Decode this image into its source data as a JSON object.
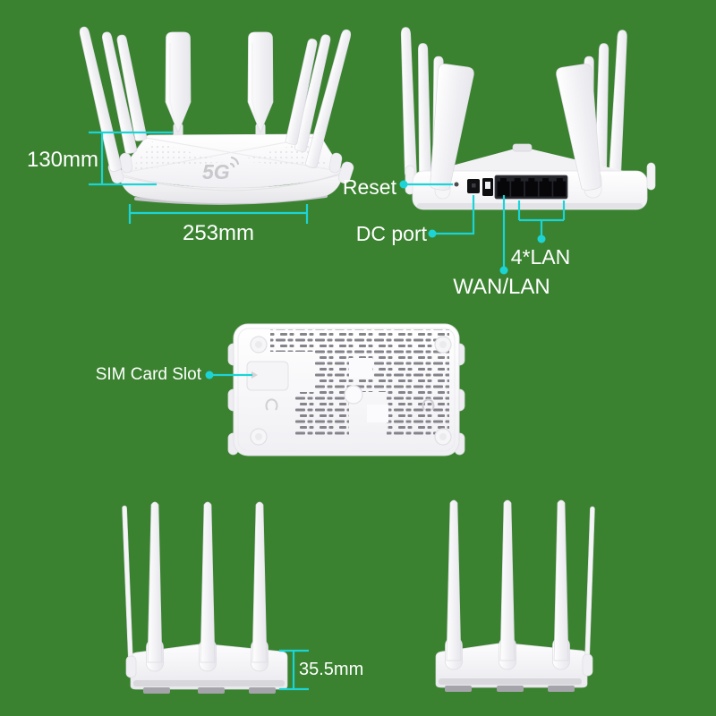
{
  "colors": {
    "background": "#3A8230",
    "accent": "#1CD4D6",
    "label_text": "#FFFFFF",
    "device_body": "#FFFFFF"
  },
  "device": {
    "logo": "5G"
  },
  "annotations": {
    "height": "130mm",
    "width": "253mm",
    "reset": "Reset",
    "dc_port": "DC port",
    "wan_lan": "WAN/LAN",
    "lan": "4*LAN",
    "sim_card_slot": "SIM Card Slot",
    "base_height": "35.5mm"
  }
}
